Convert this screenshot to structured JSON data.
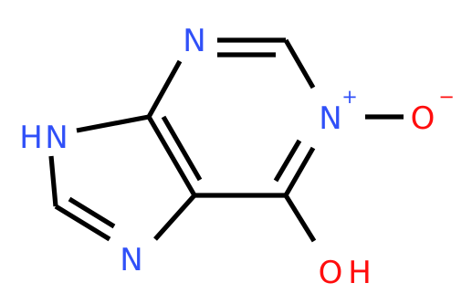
{
  "molecule": {
    "colors": {
      "bond": "#000000",
      "nitrogen": "#3050f8",
      "oxygen": "#ff0d0d"
    },
    "atoms": {
      "n_top": "N",
      "nh": "H",
      "nh_n": "N",
      "n_plus": "N",
      "plus": "+",
      "o_minus": "O",
      "minus": "−",
      "n_bottom": "N",
      "oh_o": "O",
      "oh_h": "H"
    }
  }
}
